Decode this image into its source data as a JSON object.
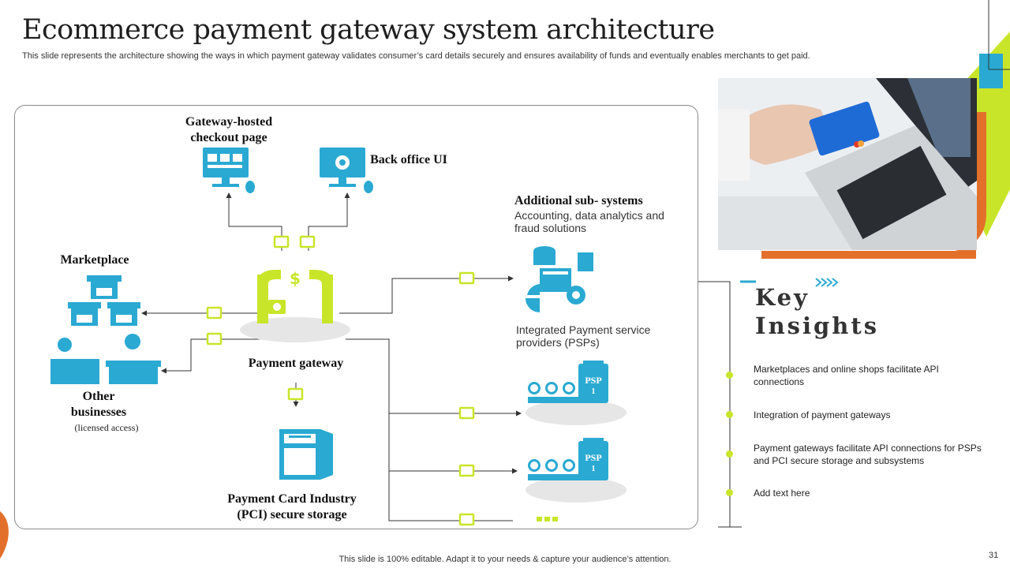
{
  "header": {
    "title": "Ecommerce payment gateway system architecture",
    "subtitle": "This slide represents the architecture showing the ways in which payment gateway validates consumer’s card details securely and ensures availability of funds and eventually enables merchants to get paid."
  },
  "diagram": {
    "checkout_label": "Gateway-hosted checkout page",
    "backoffice_label": "Back office UI",
    "marketplace_label": "Marketplace",
    "other_businesses_label": "Other businesses",
    "licensed_label": "(licensed access)",
    "payment_gateway_label": "Payment gateway",
    "pci_label": "Payment Card Industry (PCI) secure storage",
    "subsystems_title": "Additional sub- systems",
    "subsystems_desc": "Accounting, data analytics and fraud solutions",
    "psp_providers_label": "Integrated Payment service providers (PSPs)",
    "psp_tag": "PSP",
    "psp_num": "1",
    "dollar_sign": "$"
  },
  "insights": {
    "heading_line1": "Key",
    "heading_line2": "Insights",
    "items": [
      "Marketplaces and online shops facilitate API connections",
      "Integration of payment gateways",
      "Payment gateways facilitate API connections for PSPs and PCI secure storage and subsystems",
      "Add text here"
    ]
  },
  "footer": {
    "note": "This slide is 100% editable. Adapt it to your needs & capture your audience’s attention.",
    "page_number": "31"
  },
  "colors": {
    "accent_blue": "#2aa9d2",
    "accent_lime": "#c9e52a",
    "accent_orange": "#e2702a"
  }
}
